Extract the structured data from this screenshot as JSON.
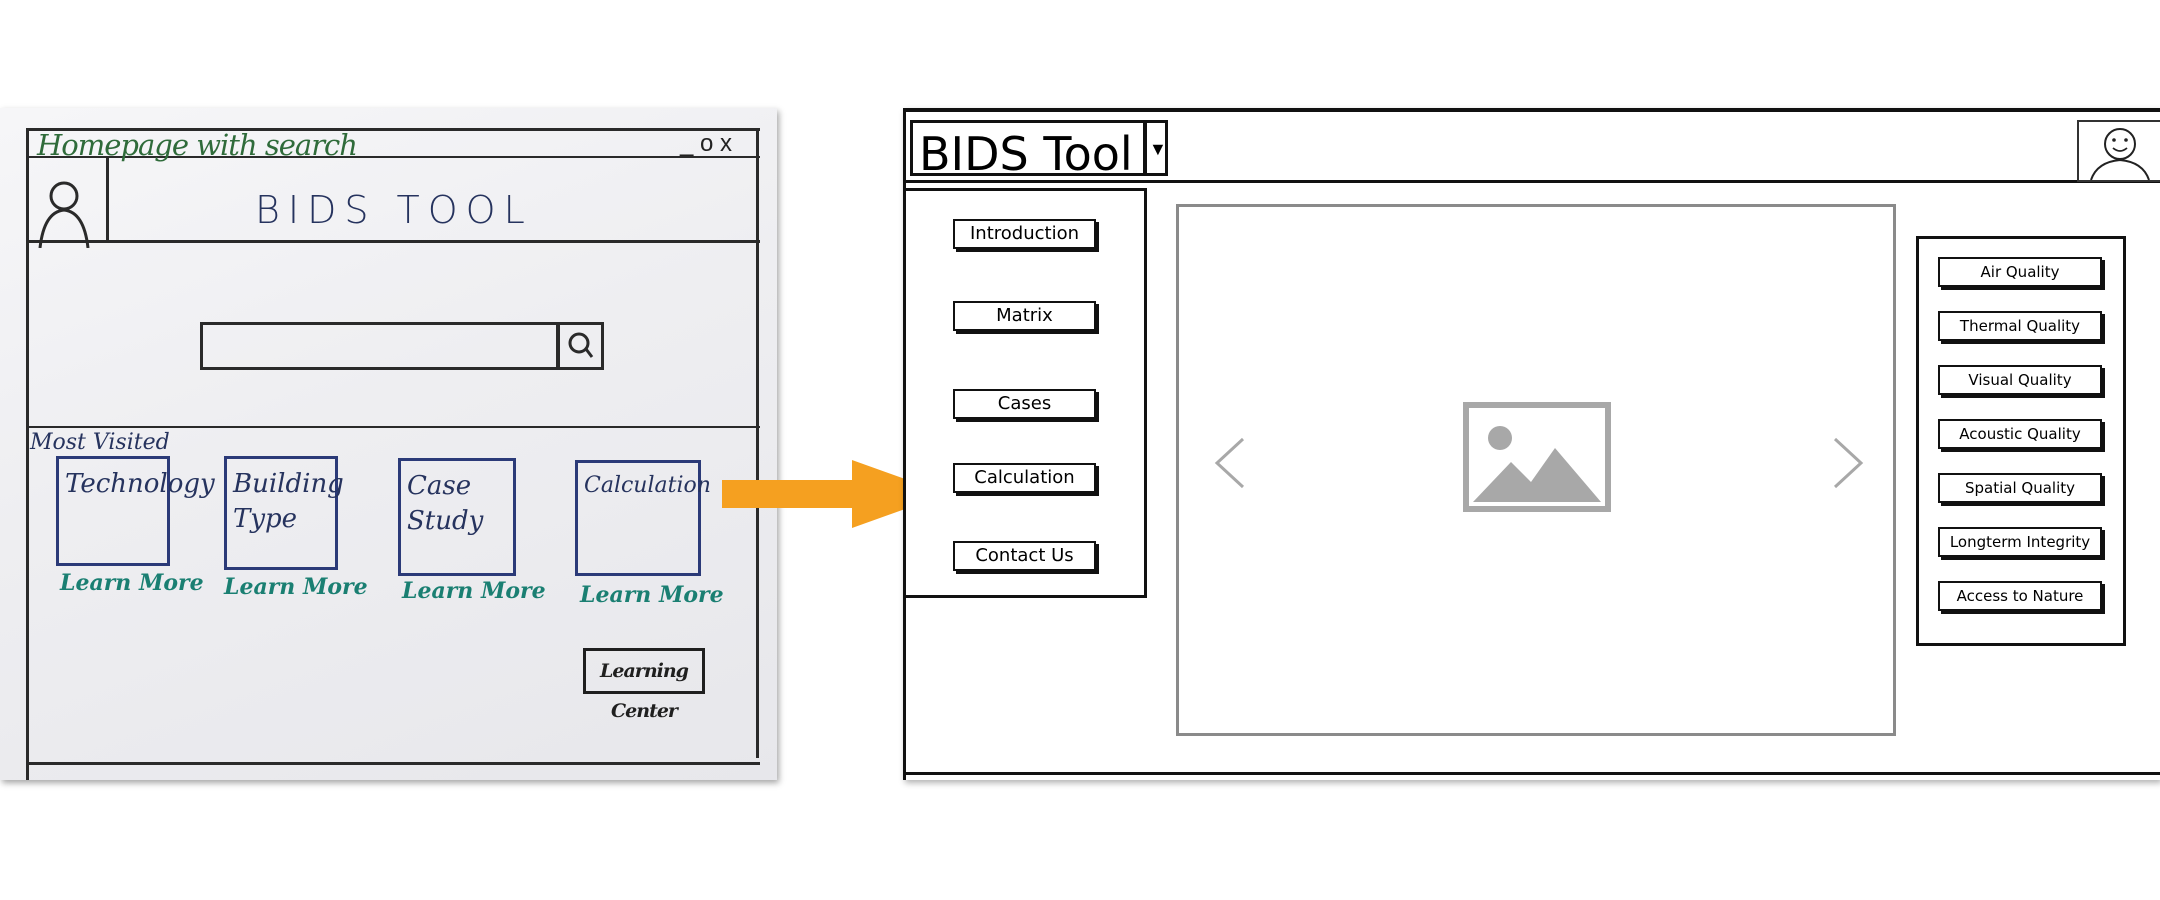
{
  "sketch": {
    "window_title": "Homepage with search",
    "window_controls": "_ o x",
    "brand": "BIDS TOOL",
    "section_label": "Most Visited",
    "cards": [
      {
        "label": "Technology",
        "link": "Learn More"
      },
      {
        "label": "Building Type",
        "link": "Learn More"
      },
      {
        "label": "Case Study",
        "link": "Learn More"
      },
      {
        "label": "Calculation",
        "link": "Learn More"
      }
    ],
    "learning_center": "Learning Center"
  },
  "arrow": {
    "color": "#f5a020"
  },
  "wireframe": {
    "title": "BIDS Tool",
    "dropdown_glyph": "▼",
    "nav": [
      "Introduction",
      "Matrix",
      "Cases",
      "Calculation",
      "Contact Us"
    ],
    "categories": [
      "Air Quality",
      "Thermal Quality",
      "Visual Quality",
      "Acoustic Quality",
      "Spatial Quality",
      "Longterm Integrity",
      "Access to Nature"
    ],
    "colors": {
      "placeholder": "#a8a8a8",
      "frame": "#111111"
    }
  }
}
